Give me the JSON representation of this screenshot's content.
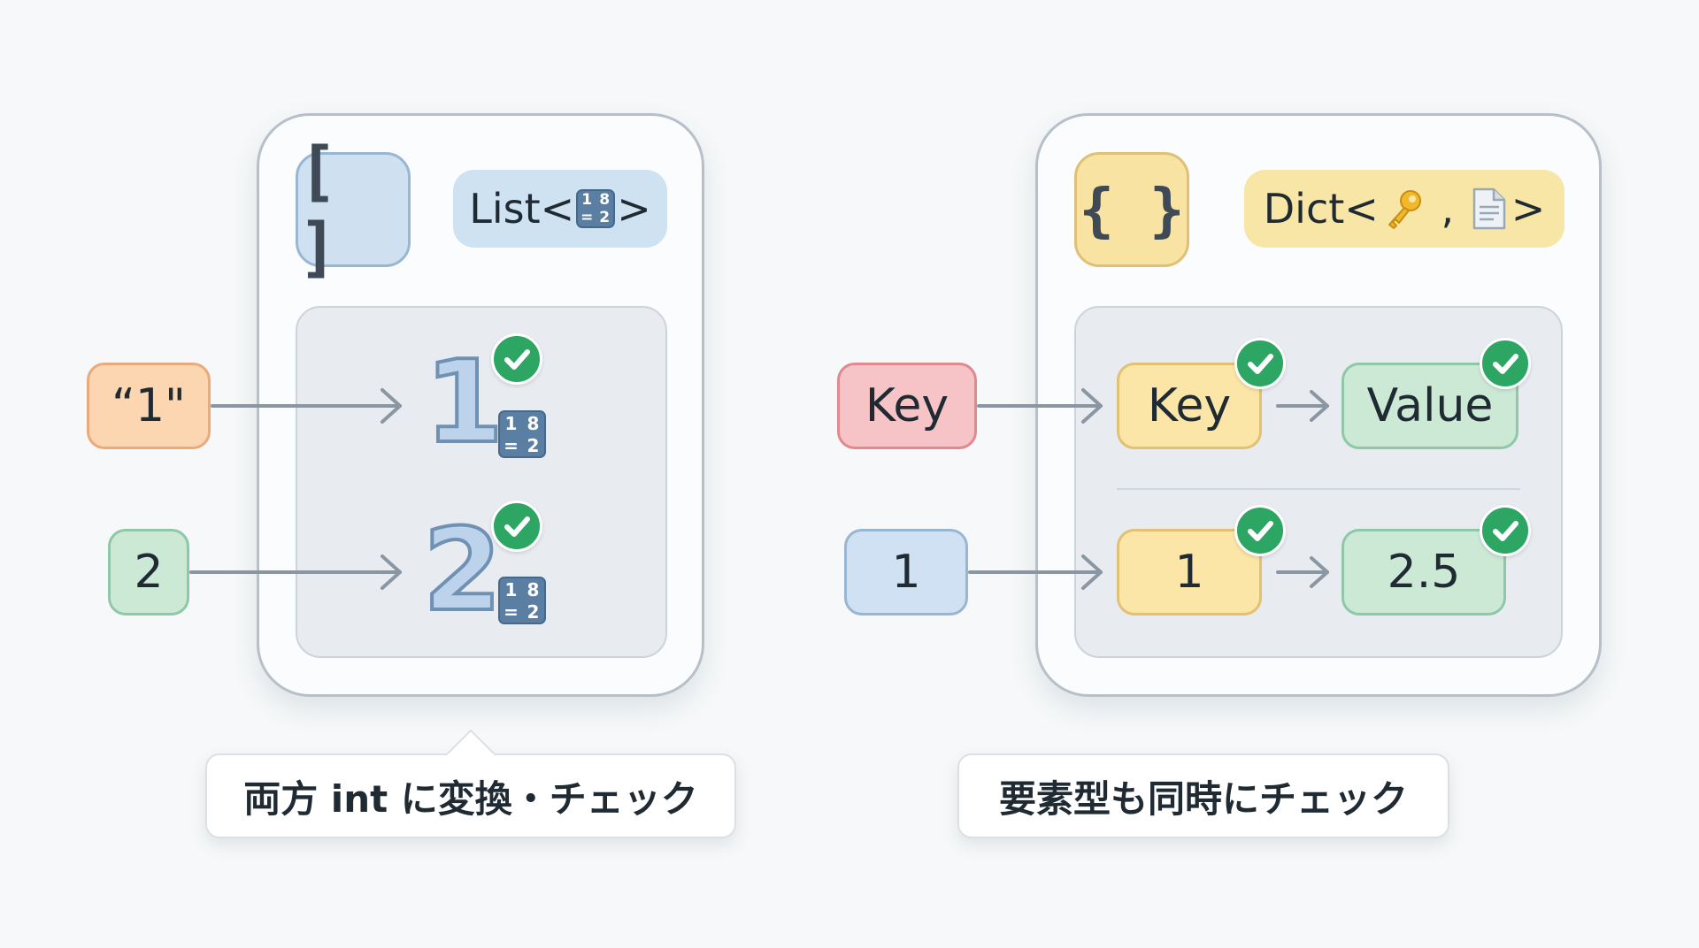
{
  "list_panel": {
    "icon": "brackets-icon",
    "icon_text": "[ ]",
    "type_prefix": "List<",
    "type_suffix": ">",
    "type_icon": "number-icon",
    "inputs": [
      "“1\"",
      "2"
    ],
    "outputs": [
      "1",
      "2"
    ],
    "caption": "両方 int に変換・チェック"
  },
  "dict_panel": {
    "icon": "braces-icon",
    "icon_text": "{ }",
    "type_prefix": "Dict<",
    "type_separator": " , ",
    "type_suffix": ">",
    "type_icons": [
      "key-icon",
      "document-icon"
    ],
    "rows": [
      {
        "input": "Key",
        "key": "Key",
        "value": "Value"
      },
      {
        "input": "1",
        "key": "1",
        "value": "2.5"
      }
    ],
    "caption": "要素型も同時にチェック"
  },
  "number_icon": {
    "top_left": "1",
    "top_right": "8",
    "bottom_left": "=",
    "bottom_right": "2"
  },
  "colors": {
    "check": "#2ea663",
    "list_accent": "#cfe0f0",
    "dict_accent": "#f8e3a3",
    "arrow": "#8a96a2"
  }
}
